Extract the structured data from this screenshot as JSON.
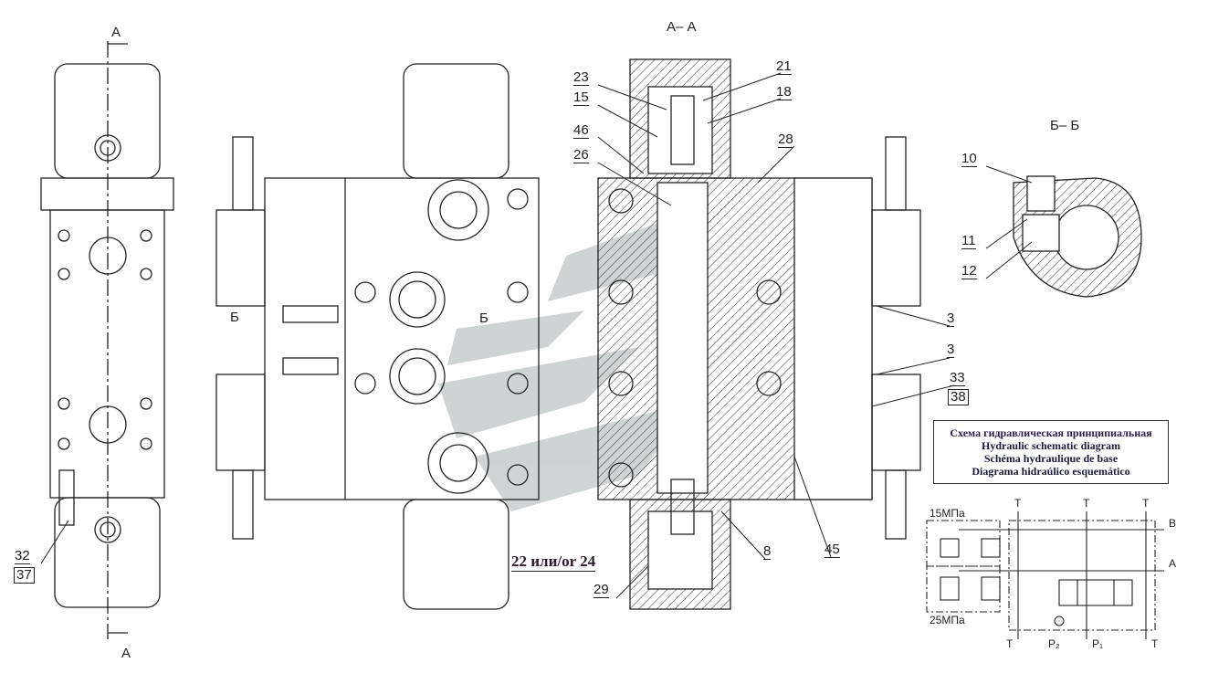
{
  "section_labels": {
    "a_top": "A",
    "a_bottom": "A",
    "section_aa": "А– А",
    "section_bb": "Б– Б",
    "b_left": "Б",
    "b_center": "Б"
  },
  "callouts": [
    "23",
    "21",
    "15",
    "18",
    "46",
    "28",
    "26",
    "10",
    "11",
    "12",
    "3",
    "3",
    "33",
    "38",
    "8",
    "45",
    "29",
    "32",
    "37"
  ],
  "variant_note": "22 или/or 24",
  "legend": {
    "lines": [
      "Схема гидравлическая принципиальная",
      "Hydraulic schematic diagram",
      "Schéma hydraulique de base",
      "Diagrama hidraúlico esquemático"
    ]
  },
  "schematic": {
    "pressure_top": "15МПа",
    "pressure_bottom": "25МПа",
    "ports": {
      "t1": "T",
      "t2": "T",
      "t3": "T",
      "t4": "T",
      "t5": "T",
      "b": "B",
      "a": "A",
      "p2": "P₂",
      "p1": "P₁"
    }
  },
  "colors": {
    "line": "#222222",
    "watermark": "#c8cccc"
  }
}
